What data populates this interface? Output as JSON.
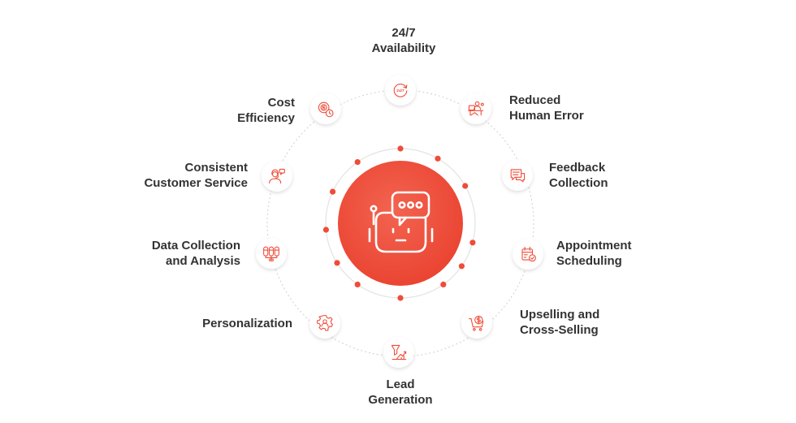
{
  "hub": {
    "icon": "chatbot-robot-icon",
    "color": "#ef4c38"
  },
  "colors": {
    "accent": "#ef4c38",
    "ring": "#cfcfcf",
    "text": "#333333"
  },
  "benefits": [
    {
      "id": "availability",
      "icon": "clock-24-7-icon",
      "lines": [
        "24/7",
        "Availability"
      ]
    },
    {
      "id": "reduced-human-error",
      "icon": "person-at-desk-icon",
      "lines": [
        "Reduced",
        "Human Error"
      ]
    },
    {
      "id": "feedback-collection",
      "icon": "chat-bubbles-icon",
      "lines": [
        "Feedback",
        "Collection"
      ]
    },
    {
      "id": "appointment-scheduling",
      "icon": "calendar-check-icon",
      "lines": [
        "Appointment",
        "Scheduling"
      ]
    },
    {
      "id": "upselling-cross-selling",
      "icon": "cart-dollar-icon",
      "lines": [
        "Upselling and",
        "Cross-Selling"
      ]
    },
    {
      "id": "lead-generation",
      "icon": "funnel-chart-icon",
      "lines": [
        "Lead",
        "Generation"
      ]
    },
    {
      "id": "personalization",
      "icon": "gear-person-icon",
      "lines": [
        "Personalization"
      ]
    },
    {
      "id": "data-collection-analysis",
      "icon": "database-stack-icon",
      "lines": [
        "Data Collection",
        "and Analysis"
      ]
    },
    {
      "id": "consistent-customer-service",
      "icon": "support-agent-icon",
      "lines": [
        "Consistent",
        "Customer Service"
      ]
    },
    {
      "id": "cost-efficiency",
      "icon": "coins-clock-icon",
      "lines": [
        "Cost",
        "Efficiency"
      ]
    }
  ]
}
